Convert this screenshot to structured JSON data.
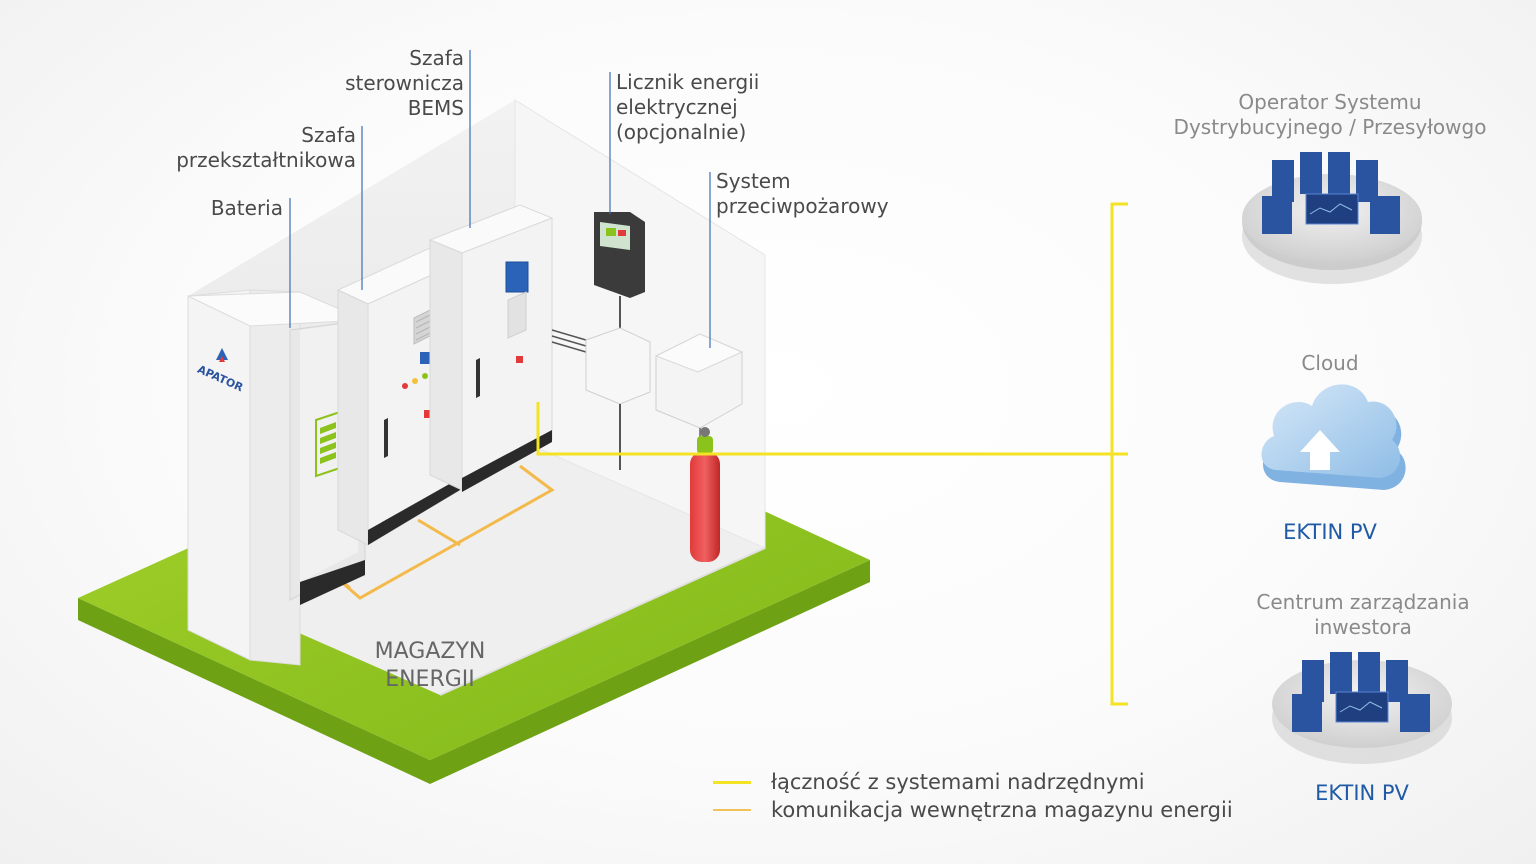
{
  "labels": {
    "bateria": "Bateria",
    "szafa_przeksztaltnikowa": "Szafa\nprzekształtnikowa",
    "szafa_sterownicza": "Szafa\nsterownicza\nBEMS",
    "licznik": "Licznik energii\nelektrycznej\n(opcjonalnie)",
    "system_ppoz": "System\nprzeciwpożarowy",
    "magazyn": "MAGAZYN\nENERGII"
  },
  "right_side": {
    "operator": "Operator Systemu\nDystrybucyjnego / Przesyłowgo",
    "cloud": "Cloud",
    "cloud_brand": "EKTIN PV",
    "centrum": "Centrum zarządzania\ninwestora",
    "centrum_brand": "EKTIN PV"
  },
  "brand_on_cabinet": "APATOR",
  "legend": [
    {
      "text": "łączność z systemami nadrzędnymi",
      "color": "#f4e324"
    },
    {
      "text": "komunikacja wewnętrzna magazynu energii",
      "color": "#f3c15a"
    }
  ],
  "colors": {
    "yellow_line": "#f4e324",
    "orange_line": "#f3b94a",
    "grass": "#8cc21c",
    "blue": "#1f4f9a"
  }
}
